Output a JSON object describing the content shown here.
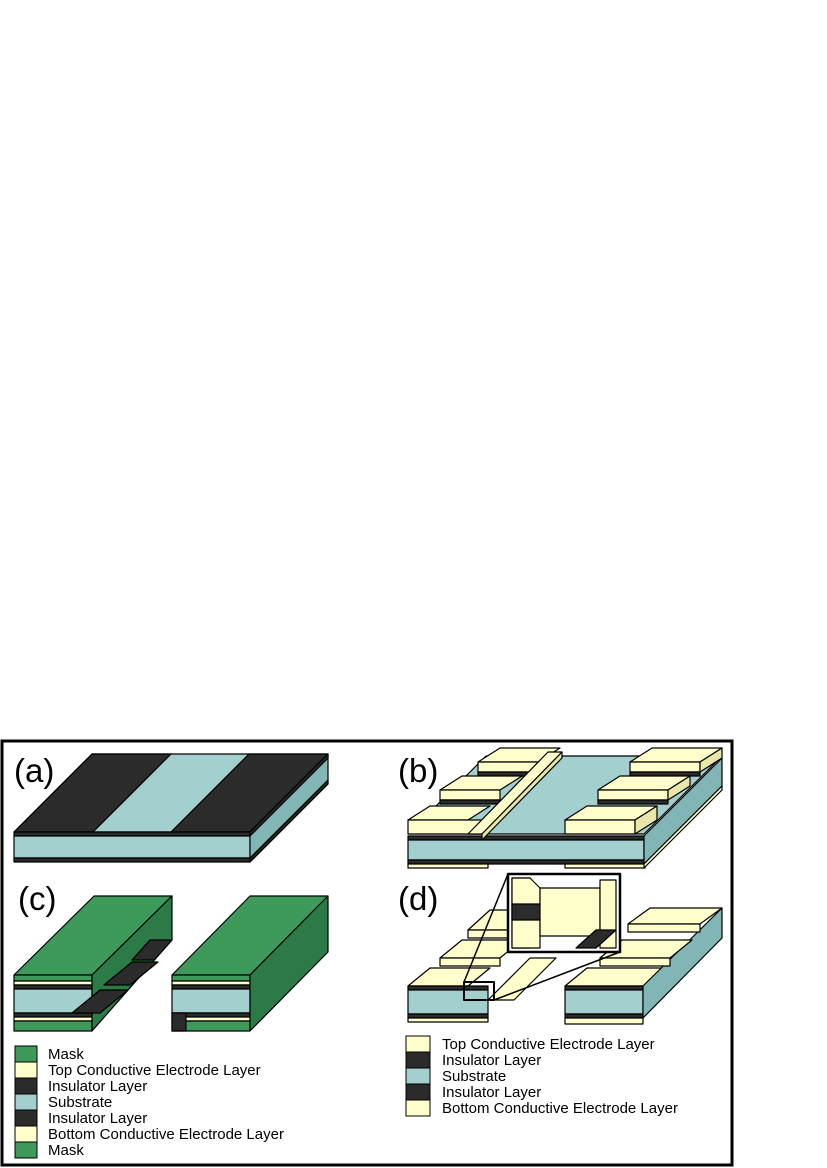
{
  "panels": {
    "a": "(a)",
    "b": "(b)",
    "c": "(c)",
    "d": "(d)"
  },
  "legend_left": [
    {
      "label": "Mask",
      "color": "#3d9a5a"
    },
    {
      "label": "Top Conductive Electrode Layer",
      "color": "#ffffcc"
    },
    {
      "label": "Insulator Layer",
      "color": "#2b2b2b"
    },
    {
      "label": "Substrate",
      "color": "#a3cfcf"
    },
    {
      "label": "Insulator Layer",
      "color": "#2b2b2b"
    },
    {
      "label": "Bottom Conductive Electrode Layer",
      "color": "#ffffcc"
    },
    {
      "label": "Mask",
      "color": "#3d9a5a"
    }
  ],
  "legend_right": [
    {
      "label": "Top Conductive Electrode Layer",
      "color": "#ffffcc"
    },
    {
      "label": "Insulator Layer",
      "color": "#2b2b2b"
    },
    {
      "label": "Substrate",
      "color": "#a3cfcf"
    },
    {
      "label": "Insulator Layer",
      "color": "#2b2b2b"
    },
    {
      "label": "Bottom Conductive Electrode Layer",
      "color": "#ffffcc"
    }
  ],
  "colors": {
    "mask": "#3d9a5a",
    "mask_dark": "#2c7a45",
    "electrode": "#ffffcc",
    "electrode_dark": "#e9e7a8",
    "insulator": "#2b2b2b",
    "substrate": "#a3cfcf",
    "substrate_dark": "#82b5b5"
  }
}
